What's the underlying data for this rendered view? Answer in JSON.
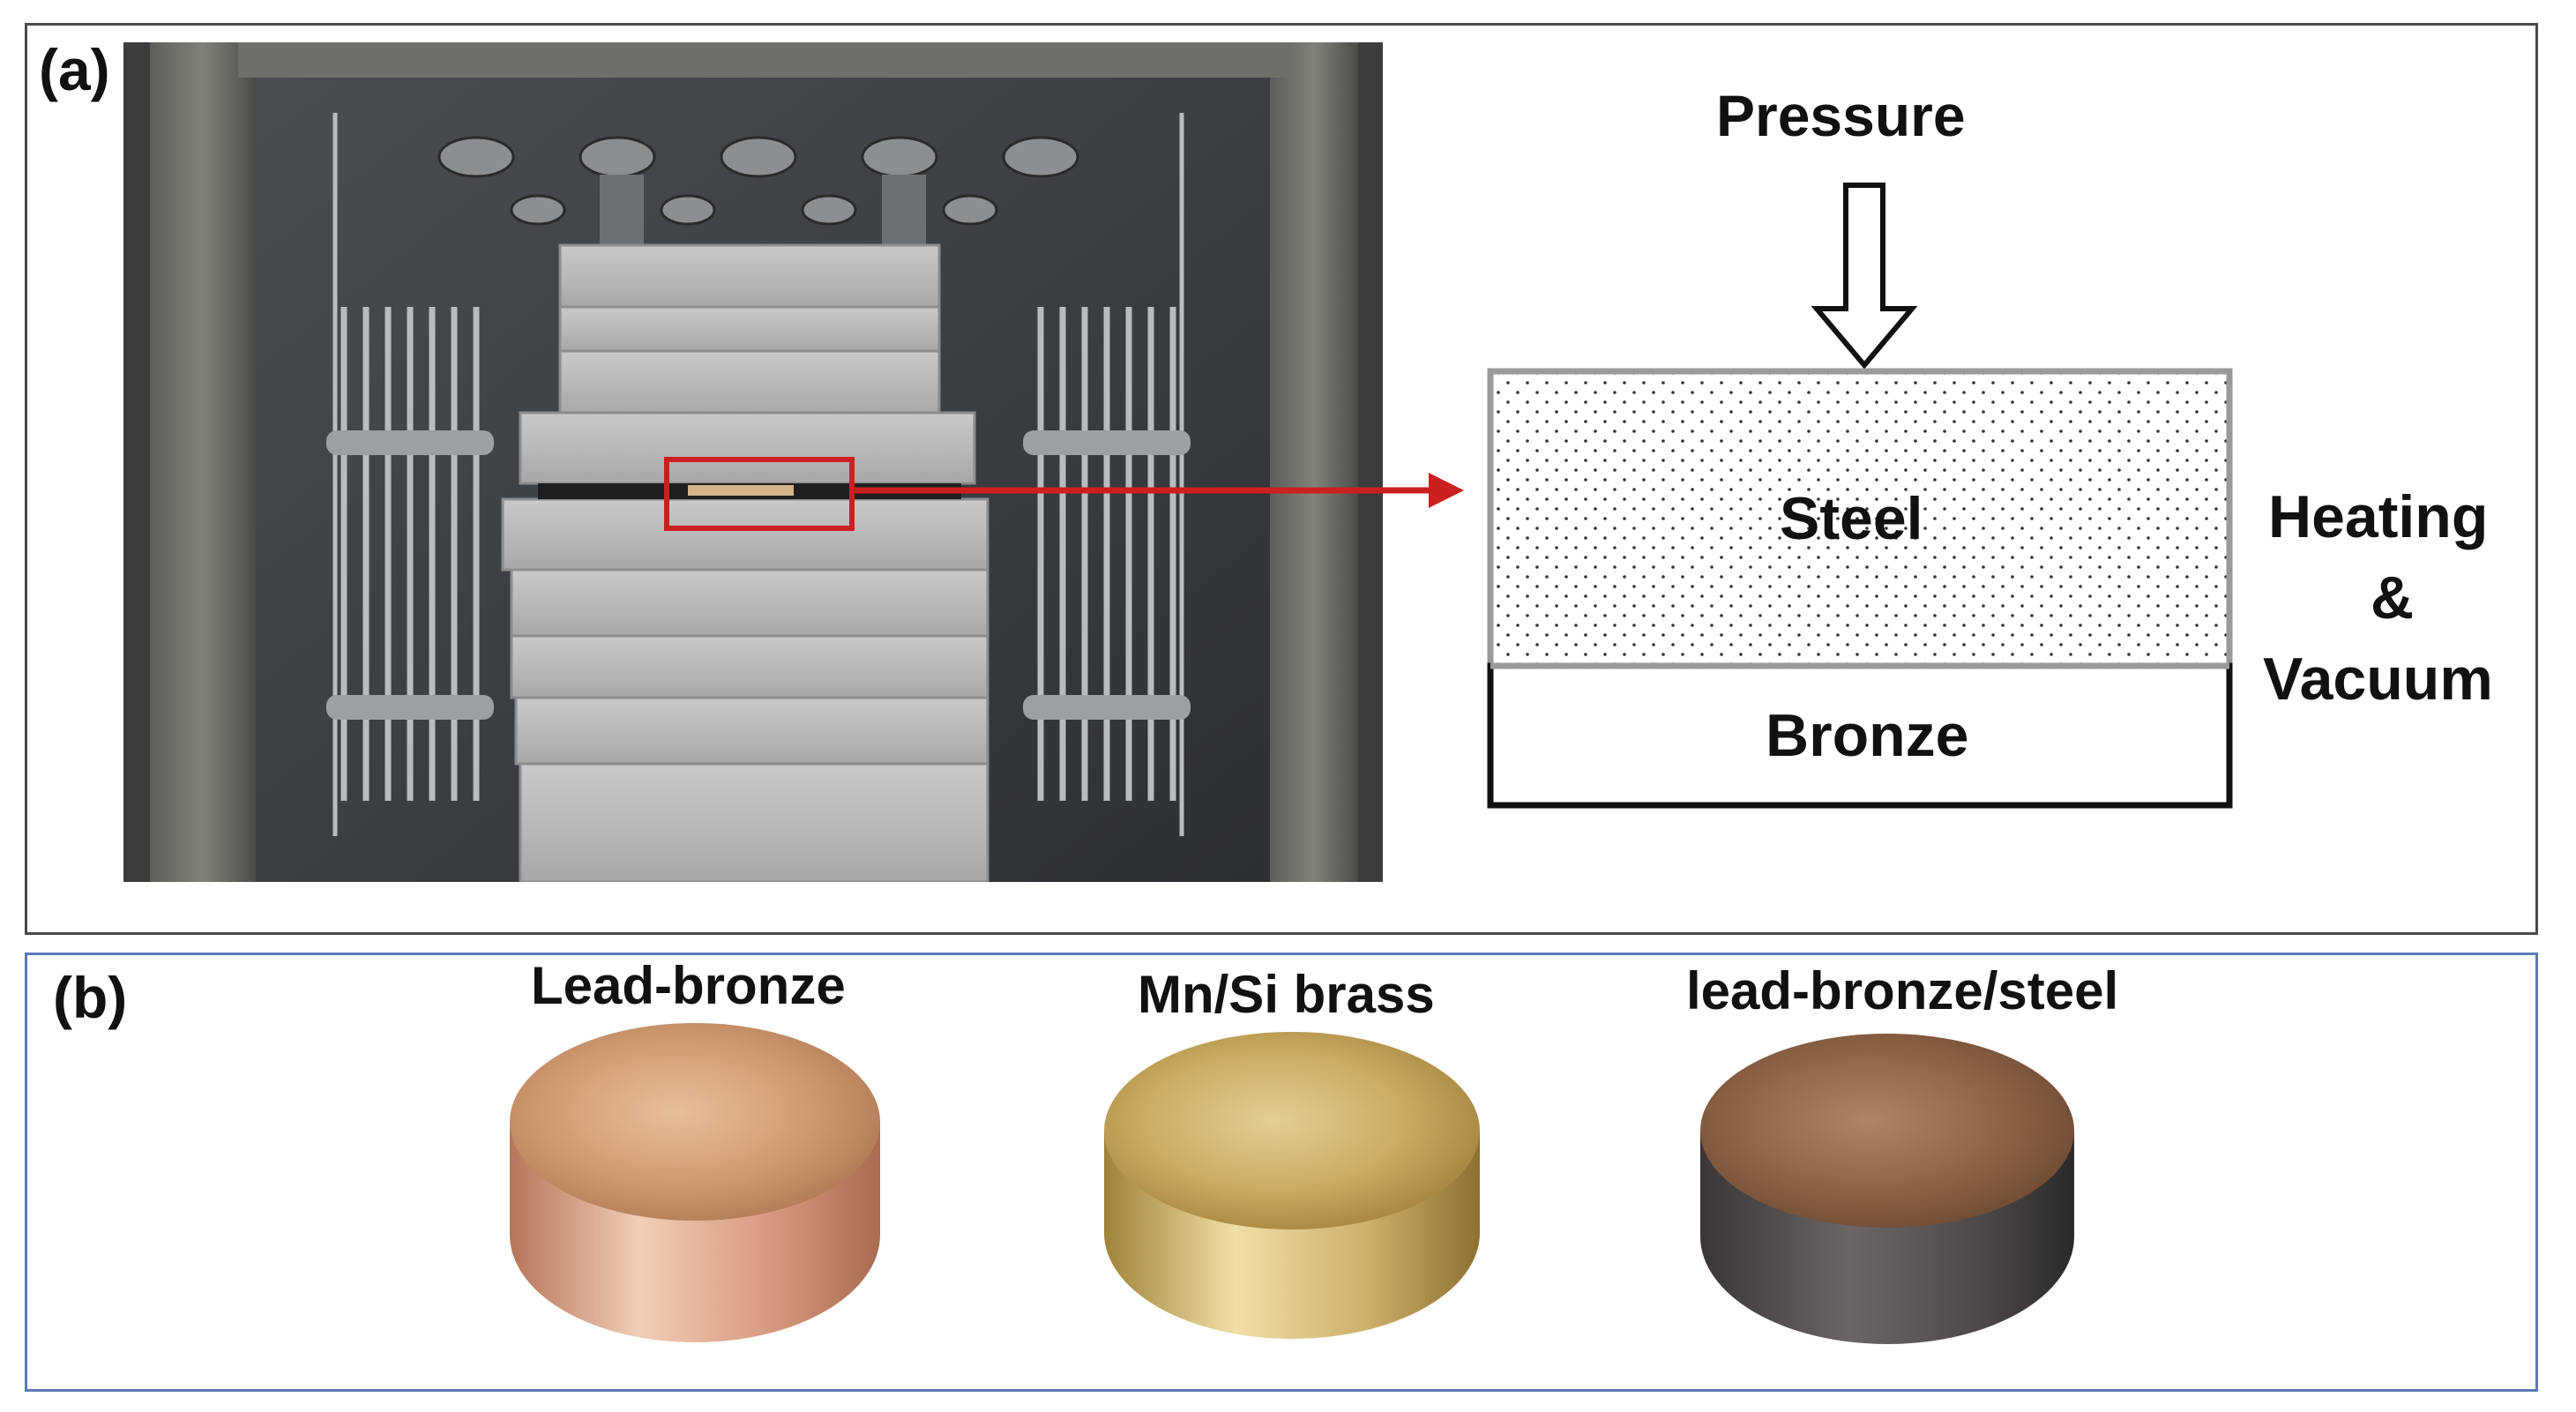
{
  "panel_a": {
    "label": "(a)",
    "schematic": {
      "pressure_label": "Pressure",
      "top_layer_label": "Steel",
      "bottom_layer_label": "Bronze",
      "side_label_line1": "Heating",
      "side_label_line2": "&",
      "side_label_line3": "Vacuum"
    },
    "colors": {
      "highlight_box": "#cc1f1f",
      "arrow": "#cc1f1f",
      "layer_outline": "#9a9a9a"
    }
  },
  "panel_b": {
    "label": "(b)",
    "samples": [
      {
        "label": "Lead-bronze"
      },
      {
        "label": "Mn/Si brass"
      },
      {
        "label": "lead-bronze/steel"
      }
    ],
    "colors": {
      "border": "#5b79b5"
    }
  }
}
